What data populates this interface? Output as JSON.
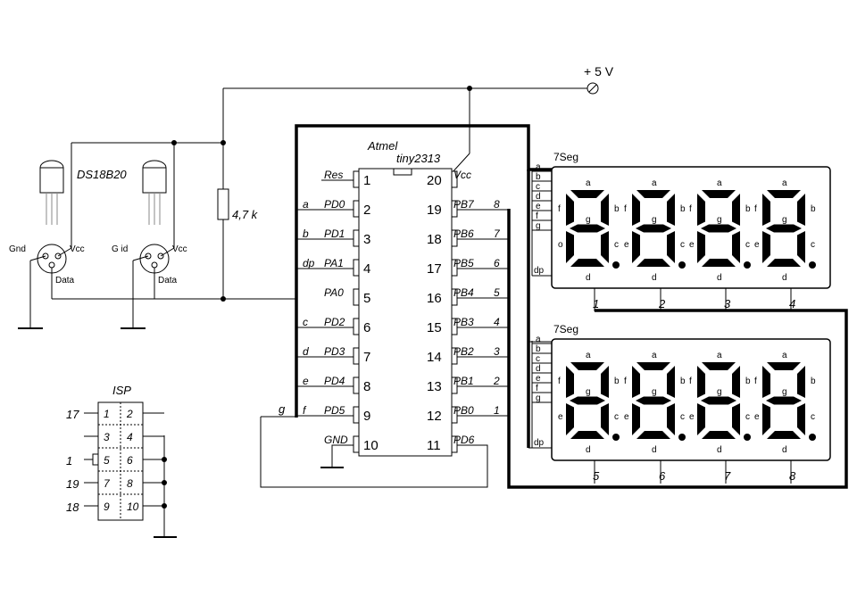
{
  "supply": {
    "label": "+ 5 V"
  },
  "mcu": {
    "maker": "Atmel",
    "model": "tiny2313",
    "left_pins": [
      {
        "num": "1",
        "name": "Res",
        "net": ""
      },
      {
        "num": "2",
        "name": "PD0",
        "net": "a"
      },
      {
        "num": "3",
        "name": "PD1",
        "net": "b"
      },
      {
        "num": "4",
        "name": "PA1",
        "net": "dp"
      },
      {
        "num": "5",
        "name": "PA0",
        "net": ""
      },
      {
        "num": "6",
        "name": "PD2",
        "net": "c"
      },
      {
        "num": "7",
        "name": "PD3",
        "net": "d"
      },
      {
        "num": "8",
        "name": "PD4",
        "net": "e"
      },
      {
        "num": "9",
        "name": "PD5",
        "net": "f"
      },
      {
        "num": "10",
        "name": "GND",
        "net": ""
      }
    ],
    "right_pins": [
      {
        "num": "20",
        "name": "Vcc",
        "net": ""
      },
      {
        "num": "19",
        "name": "PB7",
        "net": "8"
      },
      {
        "num": "18",
        "name": "PB6",
        "net": "7"
      },
      {
        "num": "17",
        "name": "PB5",
        "net": "6"
      },
      {
        "num": "16",
        "name": "PB4",
        "net": "5"
      },
      {
        "num": "15",
        "name": "PB3",
        "net": "4"
      },
      {
        "num": "14",
        "name": "PB2",
        "net": "3"
      },
      {
        "num": "13",
        "name": "PB1",
        "net": "2"
      },
      {
        "num": "12",
        "name": "PB0",
        "net": "1"
      },
      {
        "num": "11",
        "name": "PD6",
        "net": ""
      }
    ],
    "bus_label_g": "g"
  },
  "sensor": {
    "label": "DS18B20",
    "units": [
      {
        "gnd": "Gnd",
        "vcc": "Vcc",
        "data": "Data"
      },
      {
        "gnd": "G id",
        "vcc": "Vcc",
        "data": "Data"
      }
    ]
  },
  "resistor": {
    "label": "4,7 k"
  },
  "isp": {
    "title": "ISP",
    "rows": [
      {
        "left": "1",
        "right": "2",
        "ext": "17"
      },
      {
        "left": "3",
        "right": "4",
        "ext": ""
      },
      {
        "left": "5",
        "right": "6",
        "ext": "1"
      },
      {
        "left": "7",
        "right": "8",
        "ext": "19"
      },
      {
        "left": "9",
        "right": "10",
        "ext": "18"
      }
    ]
  },
  "displays": [
    {
      "title": "7Seg",
      "pin_labels": [
        "a",
        "b",
        "c",
        "d",
        "e",
        "f",
        "g"
      ],
      "dp_label": "dp",
      "lower_left_label": "o",
      "digits": [
        "1",
        "2",
        "3",
        "4"
      ]
    },
    {
      "title": "7Seg",
      "pin_labels": [
        "a",
        "b",
        "c",
        "d",
        "e",
        "f",
        "g"
      ],
      "dp_label": "dp",
      "lower_left_label": "e",
      "digits": [
        "5",
        "6",
        "7",
        "8"
      ]
    }
  ],
  "digit_seg_labels": {
    "a": "a",
    "b": "b",
    "c": "c",
    "d": "d",
    "e": "e",
    "f": "f",
    "g": "g"
  }
}
